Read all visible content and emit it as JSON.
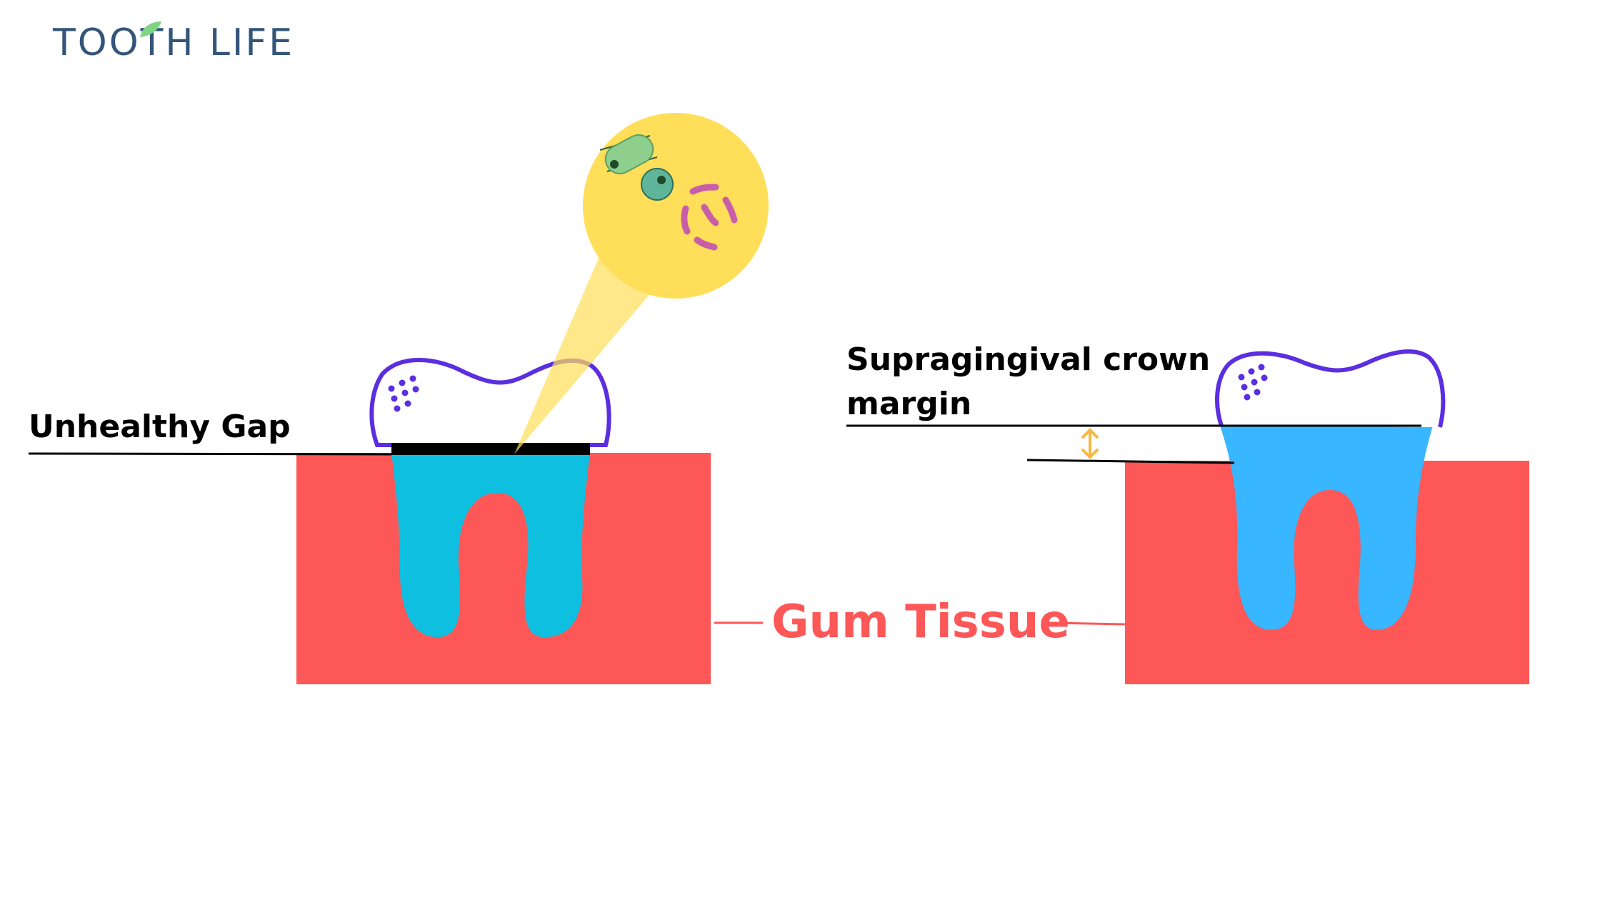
{
  "brand": {
    "logo_text": "TOOTH LIFE"
  },
  "labels": {
    "left_callout": "Unhealthy Gap",
    "right_callout_line1": "Supragingival crown",
    "right_callout_line2": "margin",
    "center_callout": "Gum Tissue"
  },
  "colors": {
    "logo": "#33557a",
    "logo_leaf": "#7fd483",
    "gum": "#fd5757",
    "tooth_root_left": "#0fbfe0",
    "tooth_root_right": "#38b6ff",
    "crown_outline": "#5b2ee0",
    "crown_fill": "#ffffff",
    "gap": "#000000",
    "magnifier": "#ffde59",
    "bacteria_green": "#8ecf8e",
    "bacteria_pink": "#c85ea8",
    "arrow": "#f5b942",
    "gum_label": "#fd5757"
  }
}
